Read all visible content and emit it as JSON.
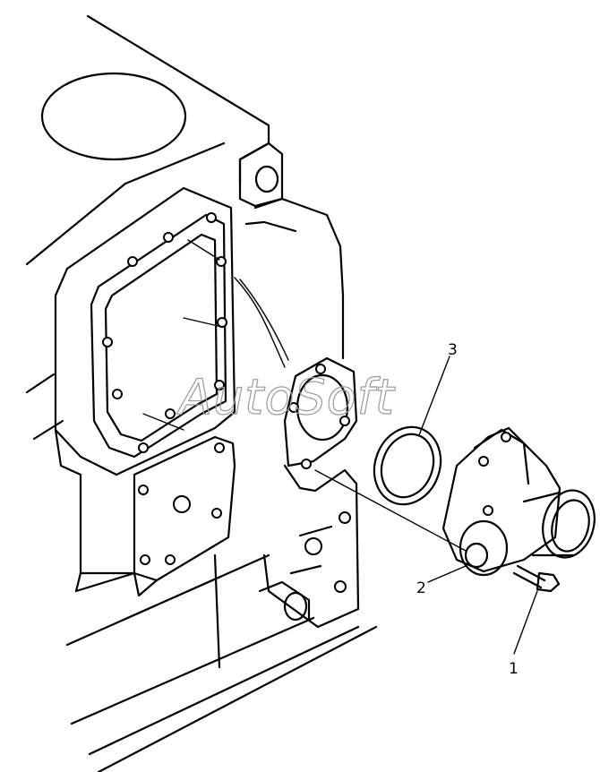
{
  "diagram": {
    "watermark": "AutoSoft",
    "callouts": [
      {
        "label": "1",
        "part": "bolt"
      },
      {
        "label": "2",
        "part": "thermostat-housing"
      },
      {
        "label": "3",
        "part": "gasket-ring"
      }
    ]
  }
}
